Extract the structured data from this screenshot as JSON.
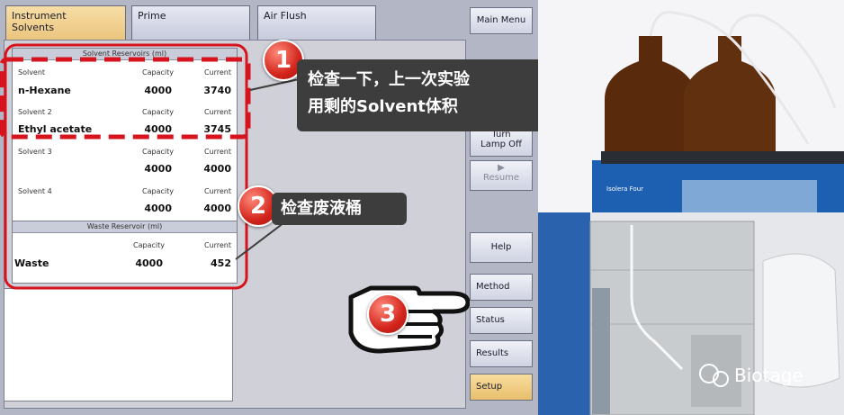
{
  "tabs": [
    {
      "line1": "Instrument",
      "line2": "Solvents"
    },
    {
      "line1": "Prime",
      "line2": ""
    },
    {
      "line1": "Air Flush",
      "line2": ""
    }
  ],
  "solvent_reservoirs": {
    "title": "Solvent Reservoirs (ml)",
    "rows": [
      {
        "label": "Solvent",
        "name": "n-Hexane",
        "capacity_label": "Capacity",
        "capacity": "4000",
        "current_label": "Current",
        "current": "3740"
      },
      {
        "label": "Solvent 2",
        "name": "Ethyl acetate",
        "capacity_label": "Capacity",
        "capacity": "4000",
        "current_label": "Current",
        "current": "3745"
      },
      {
        "label": "Solvent 3",
        "name": "",
        "capacity_label": "Capacity",
        "capacity": "4000",
        "current_label": "Current",
        "current": "4000"
      },
      {
        "label": "Solvent 4",
        "name": "",
        "capacity_label": "Capacity",
        "capacity": "4000",
        "current_label": "Current",
        "current": "4000"
      }
    ]
  },
  "waste_reservoir": {
    "title": "Waste Reservoir (ml)",
    "name": "Waste",
    "capacity_label": "Capacity",
    "capacity": "4000",
    "current_label": "Current",
    "current": "452"
  },
  "side_buttons": {
    "main_menu": "Main Menu",
    "lamp_line1": "Turn",
    "lamp_line2": "Lamp Off",
    "resume_symbol": "▶",
    "resume": "Resume",
    "help": "Help",
    "method": "Method",
    "status": "Status",
    "results": "Results",
    "setup": "Setup"
  },
  "annotations": {
    "step1_number": "1",
    "step1_line1": "检查一下，上一次实验",
    "step1_line2": "用剩的Solvent体积",
    "step2_number": "2",
    "step2_text": "检查废液桶",
    "step3_number": "3"
  },
  "photo": {
    "instrument_label": "Isolera Four",
    "watermark": "Biotage"
  },
  "colors": {
    "highlight_red": "#d7141e",
    "active_tab": "#f0d08c",
    "ui_background": "#b3b6c4",
    "callout_bg": "#3d3d3d"
  }
}
